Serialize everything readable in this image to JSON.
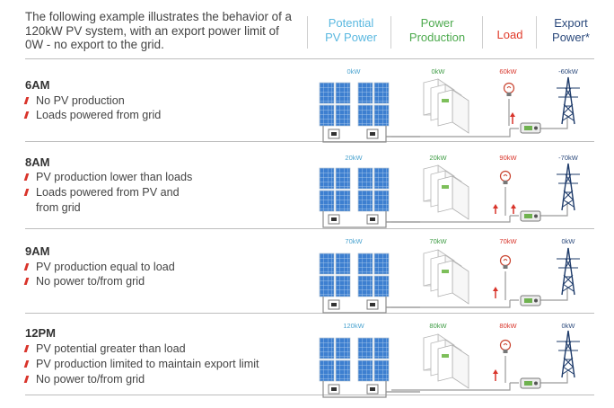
{
  "intro": "The following example illustrates the behavior of a 120kW PV system, with an export  power limit of 0W - no export to the grid.",
  "headers": {
    "pv_line1": "Potential",
    "pv_line2": "PV Power",
    "prod_line1": "Power",
    "prod_line2": "Production",
    "load": "Load",
    "exp_line1": "Export",
    "exp_line2": "Power*"
  },
  "colors": {
    "pv": "#5ab8e0",
    "production": "#4daa4e",
    "load": "#e03a2a",
    "export": "#2c4a7c",
    "bullet": "#d9342b"
  },
  "rows": [
    {
      "time": "6AM",
      "bullets": [
        "No PV production",
        "Loads powered from grid"
      ],
      "pv": "0kW",
      "production": "0kW",
      "load": "60kW",
      "export": "-60kW"
    },
    {
      "time": "8AM",
      "bullets": [
        "PV production lower than loads",
        "Loads powered from PV and",
        "from grid"
      ],
      "pv": "20kW",
      "production": "20kW",
      "load": "90kW",
      "export": "-70kW"
    },
    {
      "time": "9AM",
      "bullets": [
        "PV production equal to load",
        "No power to/from grid"
      ],
      "pv": "70kW",
      "production": "70kW",
      "load": "70kW",
      "export": "0kW"
    },
    {
      "time": "12PM",
      "bullets": [
        "PV potential greater than load",
        "PV production limited to maintain export limit",
        "No power to/from grid"
      ],
      "pv": "120kW",
      "production": "80kW",
      "load": "80kW",
      "export": "0kW"
    }
  ]
}
